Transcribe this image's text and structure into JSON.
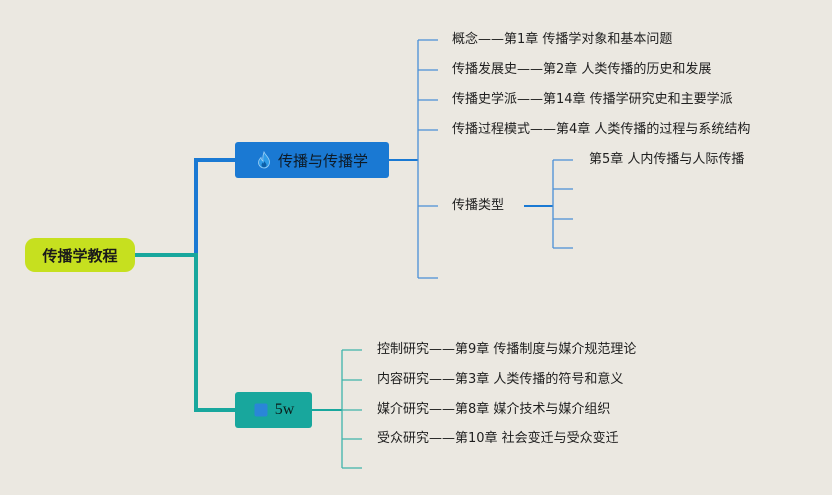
{
  "root": {
    "label": "传播学教程"
  },
  "branches": [
    {
      "label": "传播与传播学",
      "icon": "flame-icon",
      "color": "#1a79d3",
      "children": [
        {
          "label": "概念——第1章 传播学对象和基本问题"
        },
        {
          "label": "传播发展史——第2章 人类传播的历史和发展"
        },
        {
          "label": "传播史学派——第14章 传播学研究史和主要学派"
        },
        {
          "label": "传播过程模式——第4章 人类传播的过程与系统结构"
        },
        {
          "label": "传播类型",
          "children": [
            {
              "label": "第5章 人内传播与人际传播"
            },
            {
              "label": ""
            },
            {
              "label": ""
            },
            {
              "label": ""
            }
          ]
        },
        {
          "label": ""
        }
      ]
    },
    {
      "label": "5w",
      "icon": "square-icon",
      "color": "#18a79d",
      "children": [
        {
          "label": ""
        },
        {
          "label": "控制研究——第9章 传播制度与媒介规范理论"
        },
        {
          "label": "内容研究——第3章 人类传播的符号和意义"
        },
        {
          "label": "媒介研究——第8章 媒介技术与媒介组织"
        },
        {
          "label": "受众研究——第10章 社会变迁与受众变迁"
        },
        {
          "label": ""
        }
      ]
    }
  ]
}
